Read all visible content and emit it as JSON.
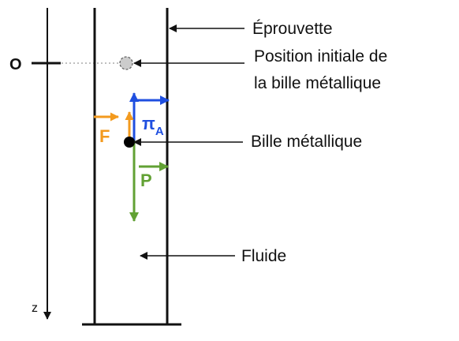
{
  "labels": {
    "tube": "Éprouvette",
    "initial_position_line1": "Position initiale de",
    "initial_position_line2": "la bille métallique",
    "ball": "Bille métallique",
    "fluid": "Fluide"
  },
  "axis": {
    "origin": "O",
    "name": "z"
  },
  "forces": {
    "friction": {
      "symbol": "F",
      "color": "#f39a1e"
    },
    "buoyancy": {
      "symbol": "π",
      "subscript": "A",
      "color": "#1f4fe0"
    },
    "weight": {
      "symbol": "P",
      "color": "#62a134"
    }
  },
  "colors": {
    "lines": "#111111",
    "ghost_ball": "#cccccc"
  }
}
